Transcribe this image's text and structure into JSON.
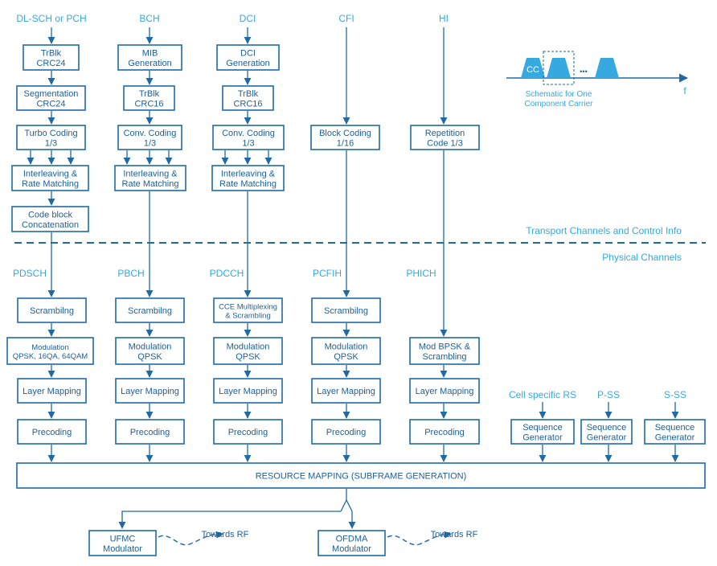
{
  "transport_labels": [
    "DL-SCH or PCH",
    "BCH",
    "DCI",
    "CFI",
    "HI"
  ],
  "physical_labels": [
    "PDSCH",
    "PBCH",
    "PDCCH",
    "PCFIH",
    "PHICH"
  ],
  "section_labels": {
    "transport": "Transport Channels and Control Info",
    "physical": "Physical Channels"
  },
  "rs_labels": [
    "Cell specific RS",
    "P-SS",
    "S-SS"
  ],
  "boxes": {
    "dl_trblk": [
      "TrBlk",
      "CRC24"
    ],
    "dl_seg": [
      "Segmentation",
      "CRC24"
    ],
    "dl_turbo": [
      "Turbo Coding",
      "1/3"
    ],
    "dl_interleave": [
      "Interleaving &",
      "Rate Matching"
    ],
    "dl_codeblock": [
      "Code block",
      "Concatenation"
    ],
    "bch_mib": [
      "MIB",
      "Generation"
    ],
    "bch_trblk": [
      "TrBlk",
      "CRC16"
    ],
    "bch_conv": [
      "Conv. Coding",
      "1/3"
    ],
    "bch_interleave": [
      "Interleaving &",
      "Rate Matching"
    ],
    "dci_gen": [
      "DCI",
      "Generation"
    ],
    "dci_trblk": [
      "TrBlk",
      "CRC16"
    ],
    "dci_conv": [
      "Conv. Coding",
      "1/3"
    ],
    "dci_interleave": [
      "Interleaving &",
      "Rate Matching"
    ],
    "cfi_block": [
      "Block Coding",
      "1/16"
    ],
    "hi_rep": [
      "Repetition",
      "Code 1/3"
    ],
    "pdsch_scr": [
      "Scrambilng"
    ],
    "pdsch_mod": [
      "Modulation",
      "QPSK, 16QA, 64QAM"
    ],
    "pdsch_layer": [
      "Layer Mapping"
    ],
    "pdsch_pre": [
      "Precoding"
    ],
    "pbch_scr": [
      "Scrambilng"
    ],
    "pbch_mod": [
      "Modulation",
      "QPSK"
    ],
    "pbch_layer": [
      "Layer Mapping"
    ],
    "pbch_pre": [
      "Precoding"
    ],
    "pdcch_cce": [
      "CCE Multiplexing",
      "& Scrambling"
    ],
    "pdcch_mod": [
      "Modulation",
      "QPSK"
    ],
    "pdcch_layer": [
      "Layer Mapping"
    ],
    "pdcch_pre": [
      "Precoding"
    ],
    "pcfih_scr": [
      "Scrambilng"
    ],
    "pcfih_mod": [
      "Modulation",
      "QPSK"
    ],
    "pcfih_layer": [
      "Layer Mapping"
    ],
    "pcfih_pre": [
      "Precoding"
    ],
    "phich_mod": [
      "Mod BPSK &",
      "Scrambling"
    ],
    "phich_layer": [
      "Layer Mapping"
    ],
    "phich_pre": [
      "Precoding"
    ],
    "seq_rs": [
      "Sequence",
      "Generator"
    ],
    "seq_pss": [
      "Sequence",
      "Generator"
    ],
    "seq_sss": [
      "Sequence",
      "Generator"
    ],
    "resource": [
      "RESOURCE MAPPING (SUBFRAME GENERATION)"
    ],
    "ufmc": [
      "UFMC",
      "Modulator"
    ],
    "ofdma": [
      "OFDMA",
      "Modulator"
    ]
  },
  "towards_rf": [
    "Towards RF",
    "Towards RF"
  ],
  "schematic": {
    "cc_label": "CC",
    "ellipsis": "•••",
    "freq_label": "f",
    "caption": [
      "Schematic for One",
      "Component Carrier"
    ]
  },
  "colors": {
    "line": "#1e6aa6",
    "text": "#1e5f96",
    "accent": "#36a9e1"
  }
}
